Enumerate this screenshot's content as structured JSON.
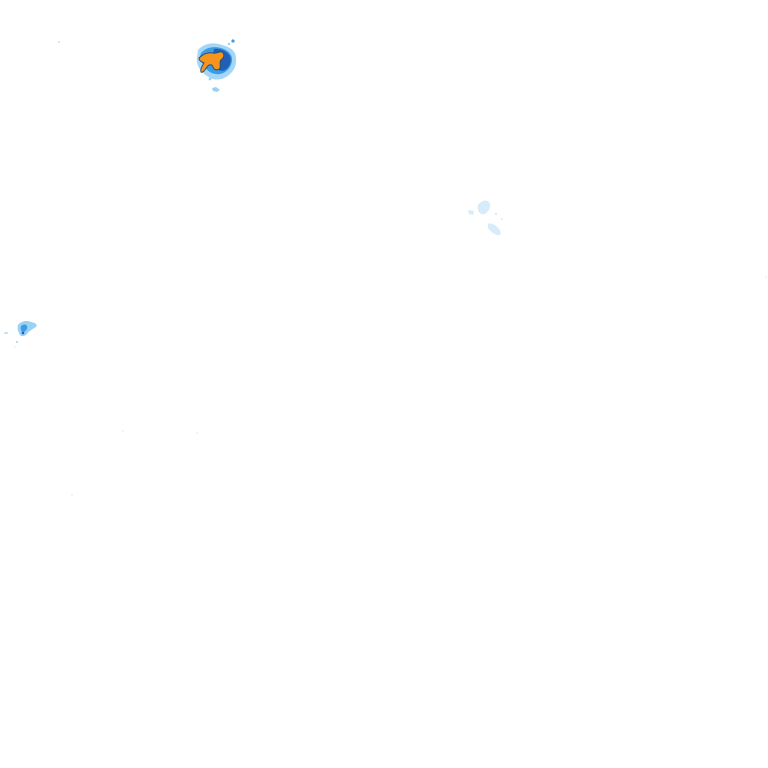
{
  "map": {
    "background_color": "#ffffff",
    "layer_type": "precipitation-radar-tile",
    "palette": {
      "very_light": "#d6ecfb",
      "light": "#9ad2f6",
      "moderate": "#3d9be6",
      "heavy": "#1f5fb5",
      "very_heavy": "#f7941d",
      "outline": "#2a5070"
    },
    "echo_cells": [
      {
        "name": "north-cell",
        "intensity": "very_heavy"
      },
      {
        "name": "west-edge-cell",
        "intensity": "moderate"
      },
      {
        "name": "central-faint-cell",
        "intensity": "very_light"
      }
    ]
  }
}
